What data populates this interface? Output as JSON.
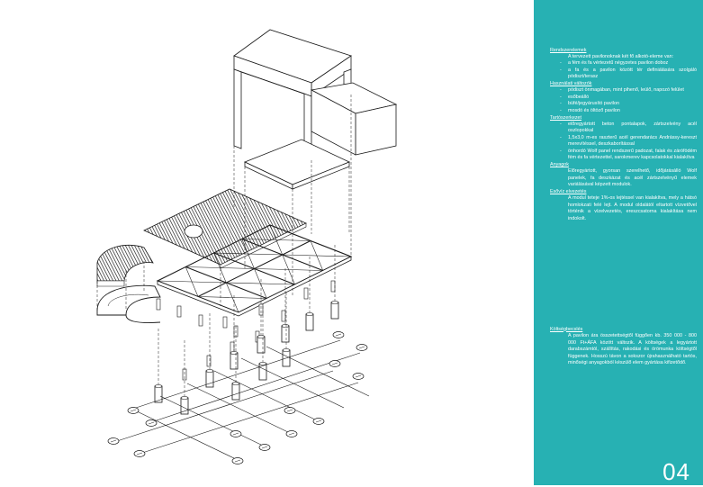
{
  "sections": [
    {
      "title": "Rendszerelemek",
      "items": [
        {
          "type": "text",
          "text": "A tervezett pavilonoknak két fő alkotó-eleme van:"
        },
        {
          "type": "bullet",
          "text": "a fém és fa vértezetű négyzetes pavilon doboz"
        },
        {
          "type": "bullet",
          "text": "a fa és a pavilon között tér definiálására szolgáló pódiszt/terasz"
        }
      ]
    },
    {
      "title": "Használati változók",
      "items": [
        {
          "type": "bullet",
          "text": "pódiszt önmagában, mint pihenő, leülő, napozó felület"
        },
        {
          "type": "bullet",
          "text": "esőbeálló"
        },
        {
          "type": "bullet",
          "text": "büfé/jegyárusító pavilon"
        },
        {
          "type": "bullet",
          "text": "mosdó és öltöző pavilon"
        }
      ]
    },
    {
      "title": "Tartószerkezet",
      "items": [
        {
          "type": "bullet",
          "text": "előregyártott beton pontalapok, zártszelvény acél oszlopokkal"
        },
        {
          "type": "bullet",
          "text": "1,5x3,0 m-es raszterű acél gerendarács Andrássy-kereszt merevítéssel, deszkaborítással"
        },
        {
          "type": "bullet",
          "text": "önhordó Wolf panel rendszerű padozat, falak és zárófödém fém és fa vértezettel, sarokmerev kapcsolatokkal kialakítva"
        }
      ]
    },
    {
      "title": "Anyagok",
      "items": [
        {
          "type": "text",
          "text": "Előregyártott, gyorsan szerelhető, időjárásálló Wolf panelek, fa deszkázat és acél zártszelvényű elemek variálásával képzett modulok."
        }
      ]
    },
    {
      "title": "Esővíz elvezetés",
      "items": [
        {
          "type": "text",
          "text": "A modul teteje 1%-os lejtéssel van kialakítva, mely a hátsó homlokzati felé lejt. A modul oldalától eltartott vízvetővel történik a vízelvezetés, ereszcsatorna kialakítása nem indokolt."
        }
      ]
    }
  ],
  "cost": {
    "title": "Költségbecslés",
    "text": "A pavilon ára összetettségtől függően kb. 350 000 - 800 000 Ft+ÁFA között változik. A költségek a legyártott darabszámtól, szállítás, rakodási és örömunka költségtől függenek. Hosszú távon a sokszor újrahasználható tartós, minőségi anyagokból készülő elem gyártása kifizetődő."
  },
  "page_number": "04",
  "colors": {
    "panel": "#27b1b3",
    "line": "#1a1a1a"
  }
}
